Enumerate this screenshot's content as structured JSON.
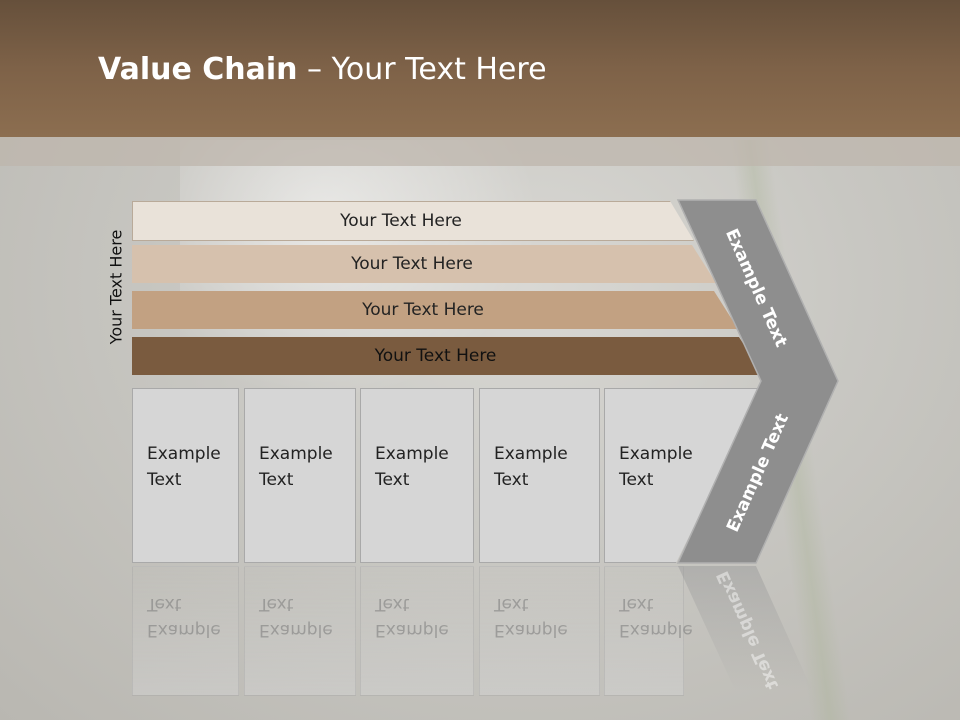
{
  "title": {
    "bold": "Value Chain",
    "rest": " – Your Text Here"
  },
  "side_label": "Your Text Here",
  "bars": [
    {
      "label": "Your Text Here",
      "color": "#e9e2d9"
    },
    {
      "label": "Your Text Here",
      "color": "#d6c1ad"
    },
    {
      "label": "Your Text Here",
      "color": "#c2a182"
    },
    {
      "label": "Your Text Here",
      "color": "#7a5b3f"
    }
  ],
  "cells": [
    {
      "line1": "Example",
      "line2": "Text"
    },
    {
      "line1": "Example",
      "line2": "Text"
    },
    {
      "line1": "Example",
      "line2": "Text"
    },
    {
      "line1": "Example",
      "line2": "Text"
    },
    {
      "line1": "Example",
      "line2": "Text"
    }
  ],
  "chevron": {
    "upper": "Example Text",
    "lower": "Example Text",
    "color": "#8e8e8e"
  },
  "colors": {
    "header": "#7e6248",
    "cell": "#d6d6d6"
  }
}
